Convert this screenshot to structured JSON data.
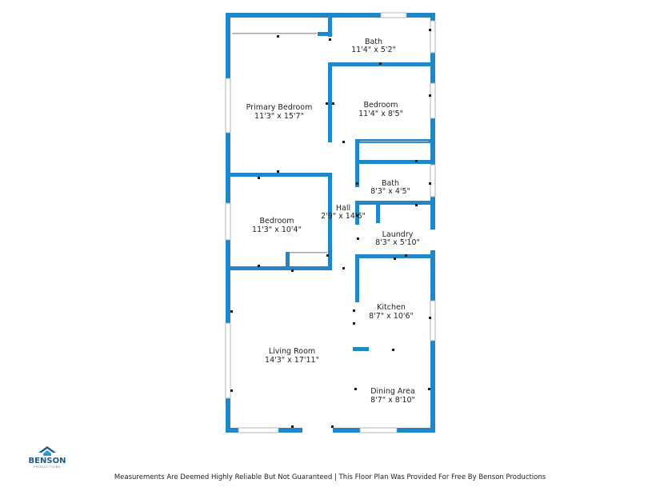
{
  "rooms": [
    {
      "name": "Bath",
      "dim": "11'4\" x 5'2\""
    },
    {
      "name": "Primary Bedroom",
      "dim": "11'3\" x 15'7\""
    },
    {
      "name": "Bedroom",
      "dim": "11'4\" x 8'5\""
    },
    {
      "name": "Bath",
      "dim": "8'3\" x 4'5\""
    },
    {
      "name": "Hall",
      "dim": "2'9\" x 14'6\""
    },
    {
      "name": "Bedroom",
      "dim": "11'3\" x 10'4\""
    },
    {
      "name": "Laundry",
      "dim": "8'3\" x 5'10\""
    },
    {
      "name": "Kitchen",
      "dim": "8'7\" x 10'6\""
    },
    {
      "name": "Living Room",
      "dim": "14'3\" x 17'11\""
    },
    {
      "name": "Dining Area",
      "dim": "8'7\" x 8'10\""
    }
  ],
  "brand": {
    "name": "BENSON",
    "tagline": "PRODUCTIONS",
    "color": "#1c5a8c"
  },
  "colors": {
    "wall": "#1f86c8"
  },
  "footer": "Measurements Are Deemed Highly Reliable But Not Guaranteed | This Floor Plan Was Provided For Free By Benson Productions"
}
